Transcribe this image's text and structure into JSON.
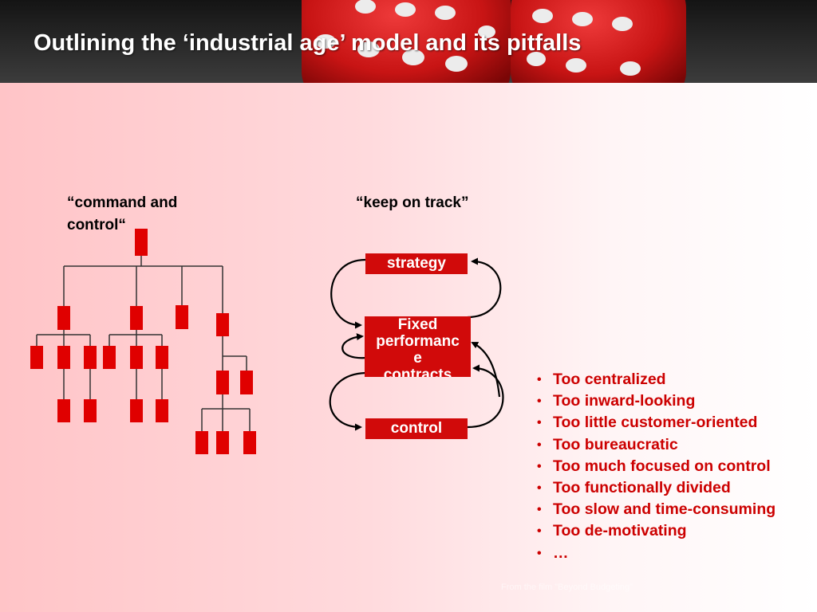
{
  "header": {
    "title": "Outlining the ‘industrial age’ model and its pitfalls"
  },
  "left_section": {
    "caption": "“command and control“"
  },
  "middle_section": {
    "caption": "“keep on track”",
    "strategy_label": "strategy",
    "fixed_label_lines": [
      "Fixed",
      "performanc",
      "e",
      "contracts"
    ],
    "control_label": "control"
  },
  "pitfalls": {
    "bullet": "•",
    "items": [
      "Too centralized",
      "Too inward-looking",
      "Too little customer-oriented",
      "Too bureaucratic",
      "Too much focused on control",
      "Too functionally divided",
      "Too slow and time-consuming",
      "Too de-motivating",
      "…"
    ]
  },
  "footer": {
    "note": "From the film \"Beyond Budgeting\""
  },
  "colors": {
    "accent_red": "#cc0000",
    "box_red": "#d10a0a",
    "header_dark": "#1a1a1a"
  }
}
